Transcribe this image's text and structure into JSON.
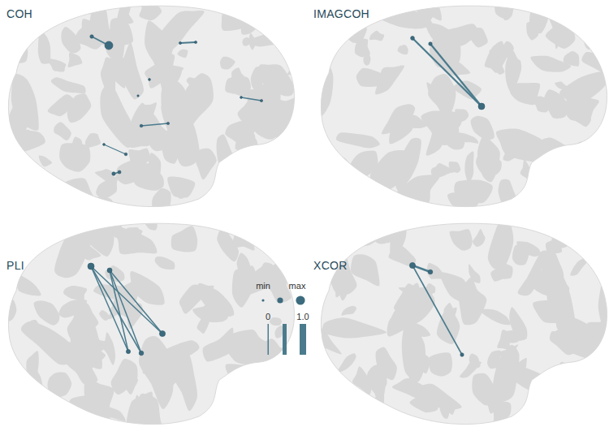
{
  "diagram": {
    "labels": [
      "COH",
      "IMAGCOH",
      "PLI",
      "XCOR"
    ],
    "legend": [
      {
        "text": "min"
      },
      {
        "text": "max"
      },
      {
        "text": "0"
      },
      {
        "text": "1.0"
      }
    ]
  }
}
